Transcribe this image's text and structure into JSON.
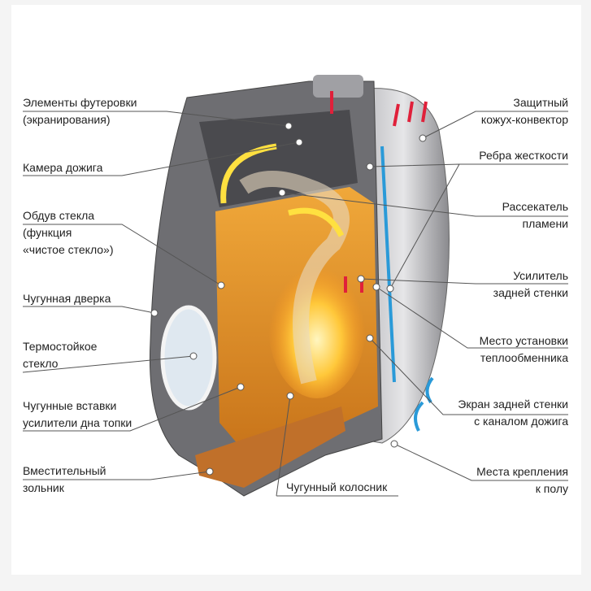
{
  "diagram": {
    "left_labels": [
      {
        "lines": [
          "Элементы футеровки",
          "(экранирования)"
        ]
      },
      {
        "lines": [
          "Камера дожига"
        ]
      },
      {
        "lines": [
          "Обдув стекла",
          "(функция",
          "«чистое стекло»)"
        ]
      },
      {
        "lines": [
          "Чугунная дверка"
        ]
      },
      {
        "lines": [
          "Термостойкое",
          "стекло"
        ]
      },
      {
        "lines": [
          "Чугунные вставки",
          "усилители дна топки"
        ]
      },
      {
        "lines": [
          "Вместительный",
          "зольник"
        ]
      }
    ],
    "bottom_label": "Чугунный колосник",
    "right_labels": [
      {
        "lines": [
          "Защитный",
          "кожух-конвектор"
        ]
      },
      {
        "lines": [
          "Ребра жесткости"
        ]
      },
      {
        "lines": [
          "Рассекатель",
          "пламени"
        ]
      },
      {
        "lines": [
          "Усилитель",
          "задней стенки"
        ]
      },
      {
        "lines": [
          "Место установки",
          "теплообменника"
        ]
      },
      {
        "lines": [
          "Экран задней стенки",
          "с каналом дожига"
        ]
      },
      {
        "lines": [
          "Места крепления",
          "к полу"
        ]
      }
    ],
    "colors": {
      "body": "#6e6e72",
      "firebox": "#e89a2a",
      "hot_air": "#e0203a",
      "cold_air": "#2a9ad8",
      "flame": "#ffd23a"
    }
  }
}
